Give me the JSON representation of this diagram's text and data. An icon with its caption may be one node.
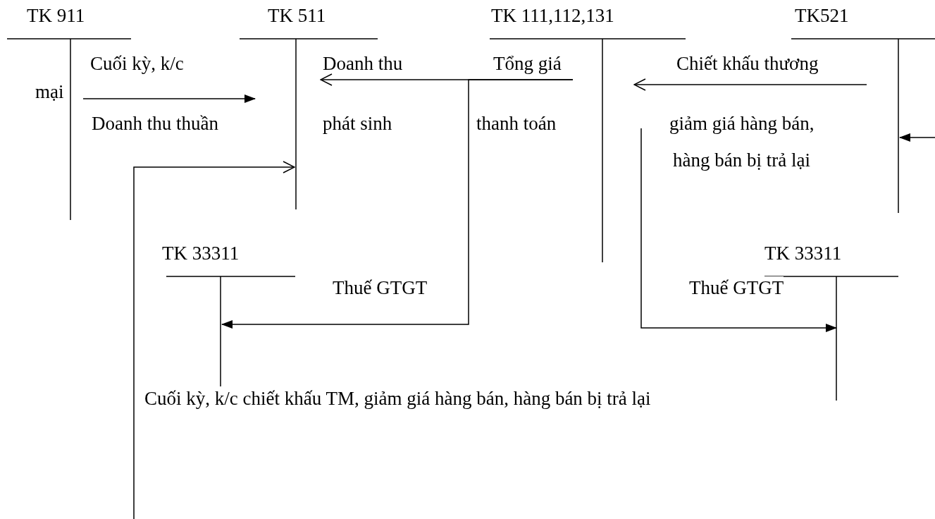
{
  "diagram": {
    "nodes": [
      {
        "text": [
          "TK 911"
        ]
      },
      {
        "text": [
          "TK 511"
        ]
      },
      {
        "text": [
          "TK 111,112,131"
        ]
      },
      {
        "text": [
          "TK521"
        ]
      },
      {
        "text": [
          "TK 33311"
        ]
      },
      {
        "text": [
          "TK 33311"
        ]
      }
    ],
    "edges": [
      {
        "from": 0,
        "to": 1,
        "arrow": "to",
        "label": "Cuối kỳ, k/c"
      },
      {
        "from": 2,
        "to": 1,
        "arrow": "to"
      },
      {
        "from": 2,
        "to": 4,
        "arrow": "to",
        "label": "Thuế GTGT"
      },
      {
        "from": 3,
        "to": 2,
        "arrow": "to"
      },
      {
        "from": 2,
        "to": 5,
        "arrow": "to",
        "label": "Thuế GTGT"
      },
      {
        "from": null,
        "to": 3,
        "arrow": "to"
      },
      {
        "from": null,
        "to": 1,
        "arrow": "to"
      }
    ],
    "labels": [
      "Doanh thu",
      "Tổng giá",
      "Chiết khấu thương",
      "mại",
      "Doanh thu thuần",
      "phát sinh",
      "thanh toán",
      "giảm giá hàng bán,",
      "hàng bán bị trả lại",
      "Cuối kỳ, k/c chiết khấu TM, giảm giá hàng bán, hàng bán bị trả lại"
    ]
  }
}
